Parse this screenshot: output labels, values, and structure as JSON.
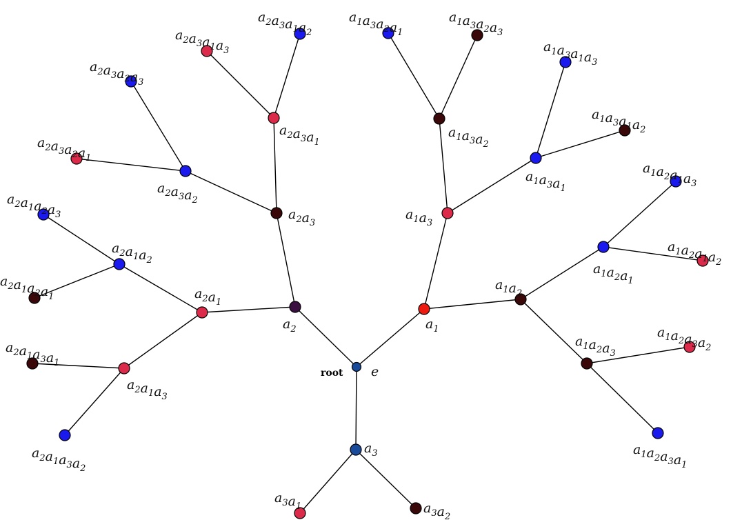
{
  "colors": {
    "blue": "#1a1aee",
    "red": "#dc2a4a",
    "dark": "#3a0808",
    "root": "#1a4a9a",
    "bright_red": "#ee1a10",
    "purple": "#3a1040"
  },
  "root_label": "root",
  "identity_label": "e",
  "nodes": [
    {
      "id": "e",
      "color": "root",
      "label": ""
    },
    {
      "id": "a1",
      "color": "bright_red",
      "label": "a1"
    },
    {
      "id": "a2",
      "color": "purple",
      "label": "a2"
    },
    {
      "id": "a3",
      "color": "root",
      "label": "a3"
    },
    {
      "id": "a3a1",
      "color": "red",
      "label": "a3a1"
    },
    {
      "id": "a3a2",
      "color": "dark",
      "label": "a3a2"
    },
    {
      "id": "a1a2",
      "color": "dark",
      "label": "a1a2"
    },
    {
      "id": "a1a3",
      "color": "red",
      "label": "a1a3"
    },
    {
      "id": "a1a2a1",
      "color": "blue",
      "label": "a1a2a1"
    },
    {
      "id": "a1a2a3",
      "color": "dark",
      "label": "a1a2a3"
    },
    {
      "id": "a1a2a1a3",
      "color": "blue",
      "label": "a1a2a1a3"
    },
    {
      "id": "a1a2a1a2",
      "color": "red",
      "label": "a1a2a1a2"
    },
    {
      "id": "a1a2a3a2",
      "color": "red",
      "label": "a1a2a3a2"
    },
    {
      "id": "a1a2a3a1",
      "color": "blue",
      "label": "a1a2a3a1"
    },
    {
      "id": "a1a3a1",
      "color": "blue",
      "label": "a1a3a1"
    },
    {
      "id": "a1a3a2",
      "color": "dark",
      "label": "a1a3a2"
    },
    {
      "id": "a1a3a1a3",
      "color": "blue",
      "label": "a1a3a1a3"
    },
    {
      "id": "a1a3a1a2",
      "color": "dark",
      "label": "a1a3a1a2"
    },
    {
      "id": "a1a3a2a1",
      "color": "blue",
      "label": "a1a3a2a1"
    },
    {
      "id": "a1a3a2a3",
      "color": "dark",
      "label": "a1a3a2a3"
    },
    {
      "id": "a2a3",
      "color": "dark",
      "label": "a2a3"
    },
    {
      "id": "a2a1",
      "color": "red",
      "label": "a2a1"
    },
    {
      "id": "a2a3a1",
      "color": "red",
      "label": "a2a3a1"
    },
    {
      "id": "a2a3a2",
      "color": "blue",
      "label": "a2a3a2"
    },
    {
      "id": "a2a3a1a2",
      "color": "blue",
      "label": "a2a3a1a2"
    },
    {
      "id": "a2a3a1a3",
      "color": "red",
      "label": "a2a3a1a3"
    },
    {
      "id": "a2a3a2a3",
      "color": "blue",
      "label": "a2a3a2a3"
    },
    {
      "id": "a2a3a2a1",
      "color": "red",
      "label": "a2a3a2a1"
    },
    {
      "id": "a2a1a2",
      "color": "blue",
      "label": "a2a1a2"
    },
    {
      "id": "a2a1a3",
      "color": "red",
      "label": "a2a1a3"
    },
    {
      "id": "a2a1a2a3",
      "color": "blue",
      "label": "a2a1a2a3"
    },
    {
      "id": "a2a1a2a1",
      "color": "dark",
      "label": "a2a1a2a1"
    },
    {
      "id": "a2a1a3a1",
      "color": "dark",
      "label": "a2a1a3a1"
    },
    {
      "id": "a2a1a3a2",
      "color": "blue",
      "label": "a2a1a3a2"
    }
  ],
  "edges": [
    [
      "e",
      "a1"
    ],
    [
      "e",
      "a2"
    ],
    [
      "e",
      "a3"
    ],
    [
      "a3",
      "a3a1"
    ],
    [
      "a3",
      "a3a2"
    ],
    [
      "a1",
      "a1a2"
    ],
    [
      "a1",
      "a1a3"
    ],
    [
      "a1a2",
      "a1a2a1"
    ],
    [
      "a1a2",
      "a1a2a3"
    ],
    [
      "a1a2a1",
      "a1a2a1a3"
    ],
    [
      "a1a2a1",
      "a1a2a1a2"
    ],
    [
      "a1a2a3",
      "a1a2a3a2"
    ],
    [
      "a1a2a3",
      "a1a2a3a1"
    ],
    [
      "a1a3",
      "a1a3a1"
    ],
    [
      "a1a3",
      "a1a3a2"
    ],
    [
      "a1a3a1",
      "a1a3a1a3"
    ],
    [
      "a1a3a1",
      "a1a3a1a2"
    ],
    [
      "a1a3a2",
      "a1a3a2a1"
    ],
    [
      "a1a3a2",
      "a1a3a2a3"
    ],
    [
      "a2",
      "a2a3"
    ],
    [
      "a2",
      "a2a1"
    ],
    [
      "a2a3",
      "a2a3a1"
    ],
    [
      "a2a3",
      "a2a3a2"
    ],
    [
      "a2a3a1",
      "a2a3a1a2"
    ],
    [
      "a2a3a1",
      "a2a3a1a3"
    ],
    [
      "a2a3a2",
      "a2a3a2a3"
    ],
    [
      "a2a3a2",
      "a2a3a2a1"
    ],
    [
      "a2a1",
      "a2a1a2"
    ],
    [
      "a2a1",
      "a2a1a3"
    ],
    [
      "a2a1a2",
      "a2a1a2a3"
    ],
    [
      "a2a1a2",
      "a2a1a2a1"
    ],
    [
      "a2a1a3",
      "a2a1a3a1"
    ],
    [
      "a2a1a3",
      "a2a1a3a2"
    ]
  ]
}
